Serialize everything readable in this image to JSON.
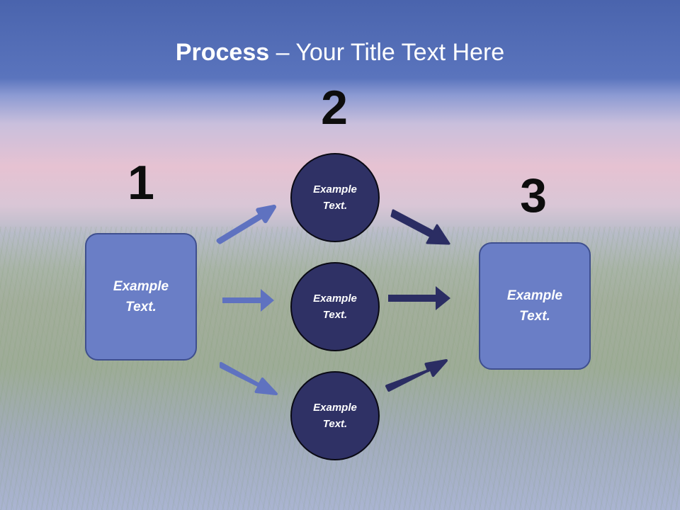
{
  "title": {
    "bold": "Process",
    "rest": " – Your Title Text Here"
  },
  "steps": {
    "step1": {
      "number": "1",
      "text_line1": "Example",
      "text_line2": "Text."
    },
    "step2": {
      "number": "2"
    },
    "step3": {
      "number": "3",
      "text_line1": "Example",
      "text_line2": "Text."
    }
  },
  "circles": [
    {
      "text_line1": "Example",
      "text_line2": "Text."
    },
    {
      "text_line1": "Example",
      "text_line2": "Text."
    },
    {
      "text_line1": "Example",
      "text_line2": "Text."
    }
  ],
  "colors": {
    "title_band": "#4a64ad",
    "box_fill": "#6a7ec6",
    "circle_fill": "#2f3165",
    "arrow_light": "#5f72c0",
    "arrow_dark": "#2b2d63"
  }
}
